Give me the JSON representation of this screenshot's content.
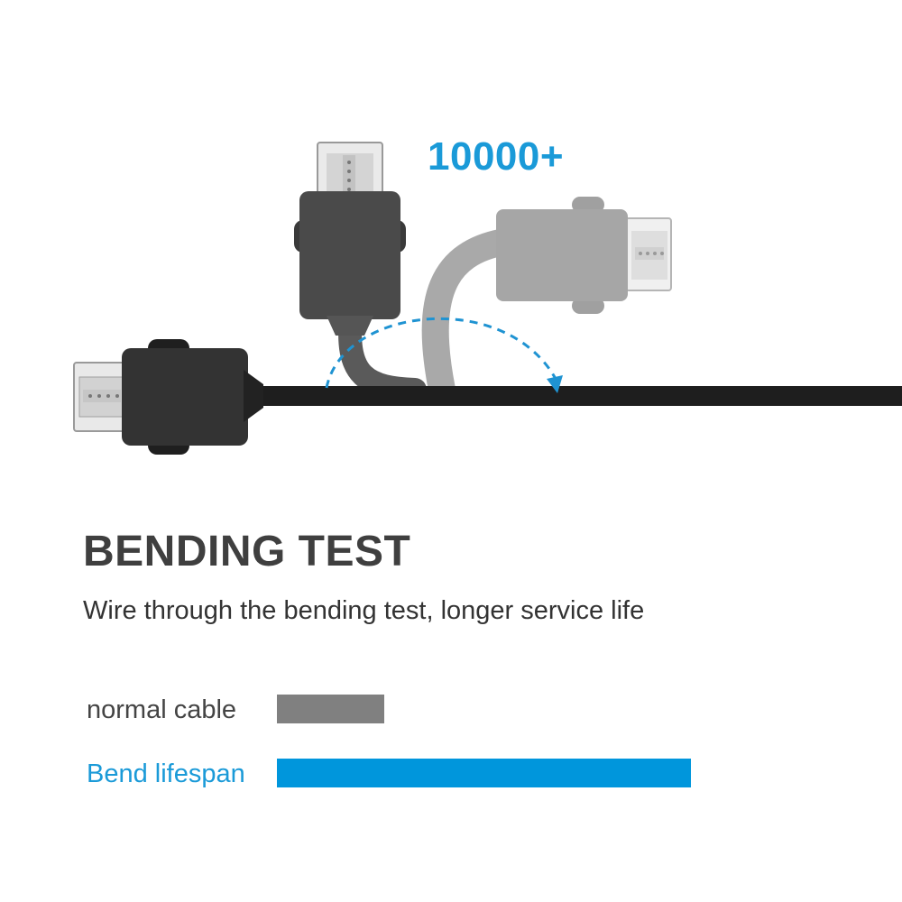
{
  "graphic": {
    "count_label": "10000+"
  },
  "headline": "BENDING TEST",
  "subtitle": "Wire through the bending test, longer service life",
  "comparison": [
    {
      "label": "normal cable",
      "relative_length": 0.26,
      "color": "#808080"
    },
    {
      "label": "Bend lifespan",
      "relative_length": 1.0,
      "color": "#0096dc"
    }
  ],
  "colors": {
    "accent": "#1a9ad8",
    "text_dark": "#3f3f3f",
    "text_body": "#333333",
    "cable_black": "#1e1e1e",
    "connector_dark": "#4a4a4a",
    "connector_ghost": "#a6a6a6",
    "cable_ghost": "#a9a9a9",
    "arrow": "#1f93d2"
  }
}
